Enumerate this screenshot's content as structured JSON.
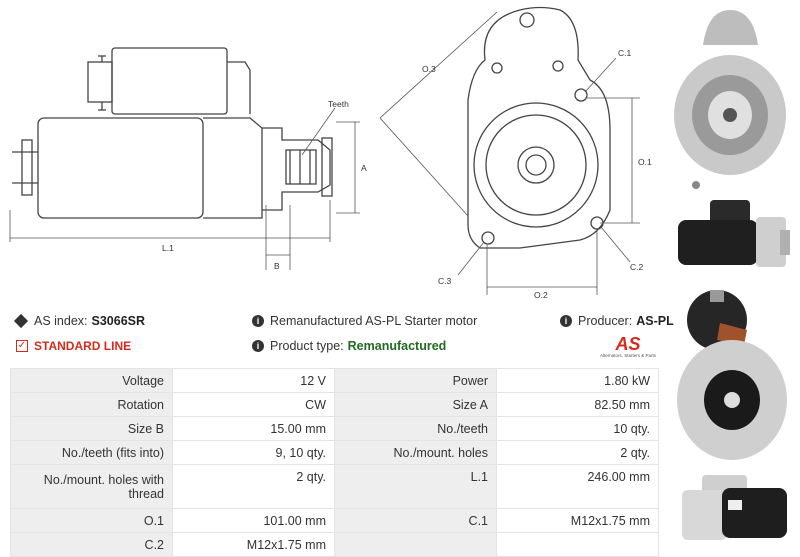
{
  "drawing": {
    "side_labels": {
      "teeth": "Teeth",
      "A": "A",
      "B": "B",
      "L1": "L.1"
    },
    "front_labels": {
      "O3": "O.3",
      "C1": "C.1",
      "O1": "O.1",
      "O2": "O.2",
      "C2": "C.2",
      "C3": "C.3"
    }
  },
  "info": {
    "as_index_label": "AS index:",
    "as_index_value": "S3066SR",
    "description": "Remanufactured AS-PL Starter motor",
    "producer_label": "Producer:",
    "producer_value": "AS-PL",
    "standard_line": "STANDARD LINE",
    "product_type_label": "Product type:",
    "product_type_value": "Remanufactured",
    "product_type_color": "#1f6b1f",
    "accent_color": "#d52b1e"
  },
  "logo": {
    "mark": "AS",
    "tagline": "Alternators, Starters & Parts"
  },
  "specs": [
    {
      "l1": "Voltage",
      "v1": "12 V",
      "l2": "Power",
      "v2": "1.80 kW"
    },
    {
      "l1": "Rotation",
      "v1": "CW",
      "l2": "Size A",
      "v2": "82.50 mm"
    },
    {
      "l1": "Size B",
      "v1": "15.00 mm",
      "l2": "No./teeth",
      "v2": "10 qty."
    },
    {
      "l1": "No./teeth (fits into)",
      "v1": "9, 10 qty.",
      "l2": "No./mount. holes",
      "v2": "2 qty."
    },
    {
      "l1": "No./mount. holes with thread",
      "v1": "2 qty.",
      "l2": "L.1",
      "v2": "246.00 mm"
    },
    {
      "l1": "O.1",
      "v1": "101.00 mm",
      "l2": "C.1",
      "v2": "M12x1.75 mm"
    },
    {
      "l1": "C.2",
      "v1": "M12x1.75 mm",
      "l2": "",
      "v2": ""
    }
  ]
}
